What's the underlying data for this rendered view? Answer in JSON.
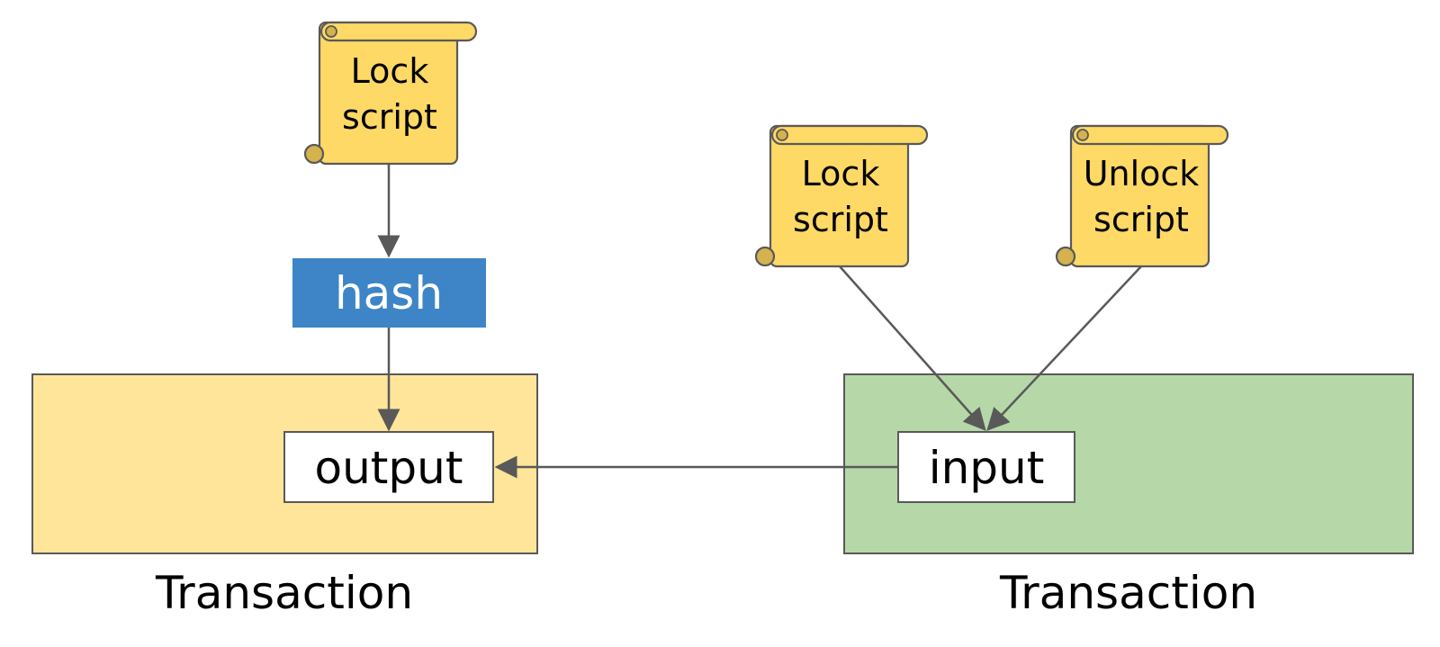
{
  "colors": {
    "scroll_fill": "#FFD966",
    "scroll_curl": "#D5B24E",
    "outline": "#595959",
    "hash_fill": "#3D85C6",
    "left_transaction_fill": "#FFE599",
    "right_transaction_fill": "#B6D7A8",
    "slot_fill": "#FFFFFF"
  },
  "scrolls": {
    "left_lock": {
      "line1": "Lock",
      "line2": "script"
    },
    "right_lock": {
      "line1": "Lock",
      "line2": "script"
    },
    "right_unlock": {
      "line1": "Unlock",
      "line2": "script"
    }
  },
  "hash_box": {
    "label": "hash"
  },
  "left_transaction": {
    "slot_label": "output",
    "caption": "Transaction"
  },
  "right_transaction": {
    "slot_label": "input",
    "caption": "Transaction"
  }
}
